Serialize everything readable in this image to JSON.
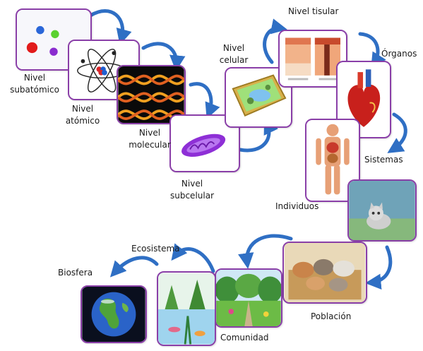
{
  "levels": {
    "subatomico": "Nivel subatómico",
    "atomico": "Nivel atómico",
    "molecular": "Nivel molecular",
    "subcelular": "Nivel subcelular",
    "celular": "Nivel celular",
    "tisular": "Nivel tisular",
    "organos": "Órganos",
    "sistemas": "Sistemas",
    "individuos": "Individuos",
    "poblacion": "Población",
    "comunidad": "Comunidad",
    "ecosistema": "Ecosistema",
    "biosfera": "Biosfera"
  },
  "colors": {
    "frame": "#8a3fa8",
    "arrow": "#2f6fc4"
  }
}
